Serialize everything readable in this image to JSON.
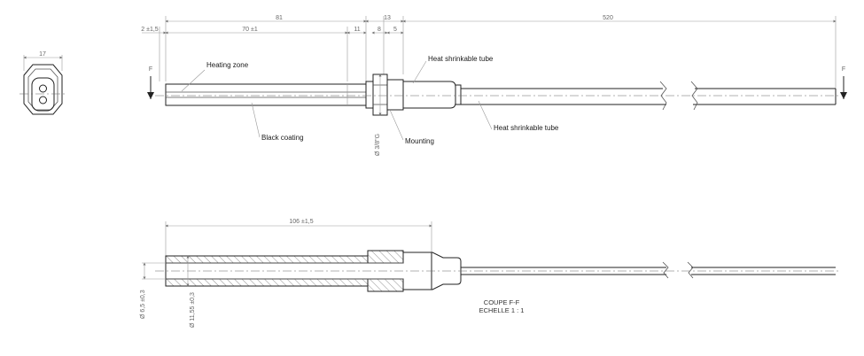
{
  "dimensions": {
    "end_width": "17",
    "left_offset": "2 ±1,5",
    "total_heating": "81",
    "heating_zone_len": "70 ±1",
    "gap": "11",
    "fitting": "13",
    "fitting_a": "8",
    "fitting_b": "5",
    "lead_length": "520",
    "thread": "Ø 3/8\"G",
    "section_length": "106 ±1,5",
    "inner_dia": "Ø 6,5 ±0,3",
    "outer_dia": "Ø 11,55 ±0,3"
  },
  "labels": {
    "heating_zone": "Heating zone",
    "black_coating": "Black coating",
    "mounting": "Mounting",
    "tube_top": "Heat shrinkable tube",
    "tube_bottom": "Heat shrinkable tube",
    "section_marker_left": "F",
    "section_marker_right": "F"
  },
  "notes": {
    "section_title": "COUPE F-F",
    "scale": "ECHELLE 1 : 1"
  }
}
